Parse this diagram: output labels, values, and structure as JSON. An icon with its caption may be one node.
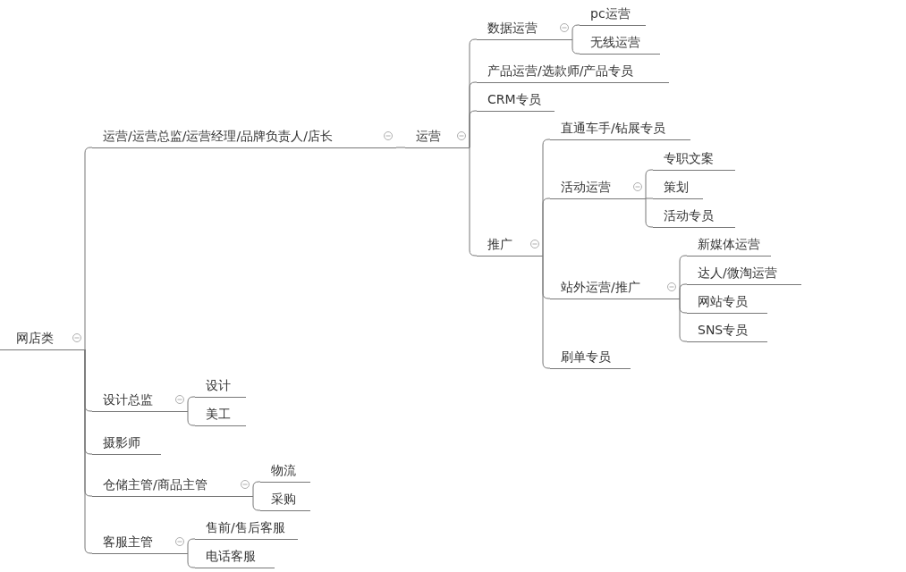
{
  "diagram": {
    "nodes": [
      {
        "text": [
          "网店类"
        ]
      },
      {
        "text": [
          "运营/运营总监/运营经理/品牌负责人/店长"
        ]
      },
      {
        "text": [
          "运营"
        ]
      },
      {
        "text": [
          "数据运营"
        ]
      },
      {
        "text": [
          "pc运营"
        ]
      },
      {
        "text": [
          "无线运营"
        ]
      },
      {
        "text": [
          "产品运营/选款师/产品专员"
        ]
      },
      {
        "text": [
          "CRM专员"
        ]
      },
      {
        "text": [
          "推广"
        ]
      },
      {
        "text": [
          "直通车手/钻展专员"
        ]
      },
      {
        "text": [
          "活动运营"
        ]
      },
      {
        "text": [
          "专职文案"
        ]
      },
      {
        "text": [
          "策划"
        ]
      },
      {
        "text": [
          "活动专员"
        ]
      },
      {
        "text": [
          "站外运营/推广"
        ]
      },
      {
        "text": [
          "新媒体运营"
        ]
      },
      {
        "text": [
          "达人/微淘运营"
        ]
      },
      {
        "text": [
          "网站专员"
        ]
      },
      {
        "text": [
          "SNS专员"
        ]
      },
      {
        "text": [
          "刷单专员"
        ]
      },
      {
        "text": [
          "设计总监"
        ]
      },
      {
        "text": [
          "设计"
        ]
      },
      {
        "text": [
          "美工"
        ]
      },
      {
        "text": [
          "摄影师"
        ]
      },
      {
        "text": [
          "仓储主管/商品主管"
        ]
      },
      {
        "text": [
          "物流"
        ]
      },
      {
        "text": [
          "采购"
        ]
      },
      {
        "text": [
          "客服主管"
        ]
      },
      {
        "text": [
          "售前/售后客服"
        ]
      },
      {
        "text": [
          "电话客服"
        ]
      }
    ],
    "edges": [
      {
        "from": 0,
        "to": 1,
        "arrow": "none"
      },
      {
        "from": 1,
        "to": 2,
        "arrow": "none"
      },
      {
        "from": 2,
        "to": 3,
        "arrow": "none"
      },
      {
        "from": 3,
        "to": 4,
        "arrow": "none"
      },
      {
        "from": 3,
        "to": 5,
        "arrow": "none"
      },
      {
        "from": 2,
        "to": 6,
        "arrow": "none"
      },
      {
        "from": 2,
        "to": 7,
        "arrow": "none"
      },
      {
        "from": 2,
        "to": 8,
        "arrow": "none"
      },
      {
        "from": 8,
        "to": 9,
        "arrow": "none"
      },
      {
        "from": 8,
        "to": 10,
        "arrow": "none"
      },
      {
        "from": 10,
        "to": 11,
        "arrow": "none"
      },
      {
        "from": 10,
        "to": 12,
        "arrow": "none"
      },
      {
        "from": 10,
        "to": 13,
        "arrow": "none"
      },
      {
        "from": 8,
        "to": 14,
        "arrow": "none"
      },
      {
        "from": 14,
        "to": 15,
        "arrow": "none"
      },
      {
        "from": 14,
        "to": 16,
        "arrow": "none"
      },
      {
        "from": 14,
        "to": 17,
        "arrow": "none"
      },
      {
        "from": 14,
        "to": 18,
        "arrow": "none"
      },
      {
        "from": 8,
        "to": 19,
        "arrow": "none"
      },
      {
        "from": 0,
        "to": 20,
        "arrow": "none"
      },
      {
        "from": 20,
        "to": 21,
        "arrow": "none"
      },
      {
        "from": 20,
        "to": 22,
        "arrow": "none"
      },
      {
        "from": 0,
        "to": 23,
        "arrow": "none"
      },
      {
        "from": 0,
        "to": 24,
        "arrow": "none"
      },
      {
        "from": 24,
        "to": 25,
        "arrow": "none"
      },
      {
        "from": 24,
        "to": 26,
        "arrow": "none"
      },
      {
        "from": 0,
        "to": 27,
        "arrow": "none"
      },
      {
        "from": 27,
        "to": 28,
        "arrow": "none"
      },
      {
        "from": 27,
        "to": 29,
        "arrow": "none"
      }
    ]
  }
}
